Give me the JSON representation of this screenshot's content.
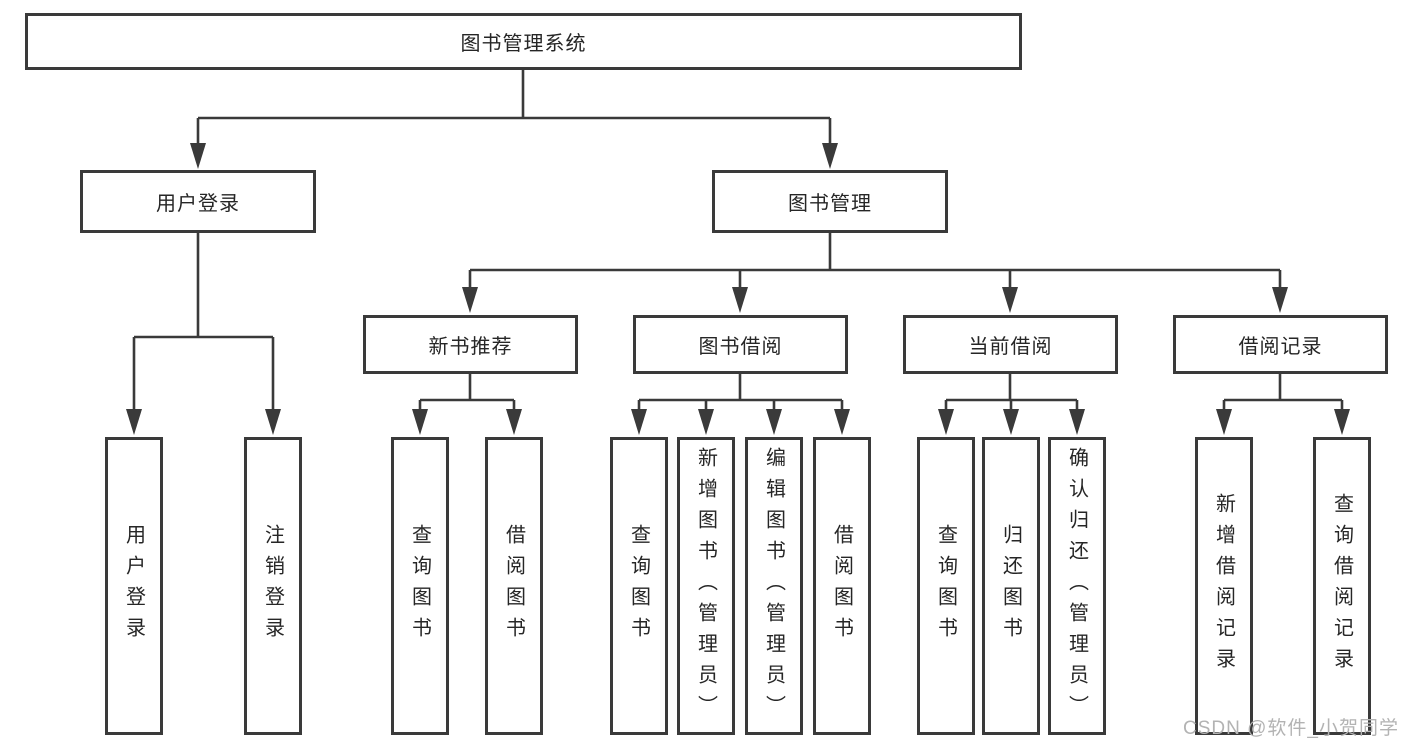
{
  "tree": {
    "label": "图书管理系统",
    "children": [
      {
        "label": "用户登录",
        "children": [
          {
            "label": "用户登录"
          },
          {
            "label": "注销登录"
          }
        ]
      },
      {
        "label": "图书管理",
        "children": [
          {
            "label": "新书推荐",
            "children": [
              {
                "label": "查询图书"
              },
              {
                "label": "借阅图书"
              }
            ]
          },
          {
            "label": "图书借阅",
            "children": [
              {
                "label": "查询图书"
              },
              {
                "label": "新增图书（管理员）"
              },
              {
                "label": "编辑图书（管理员）"
              },
              {
                "label": "借阅图书"
              }
            ]
          },
          {
            "label": "当前借阅",
            "children": [
              {
                "label": "查询图书"
              },
              {
                "label": "归还图书"
              },
              {
                "label": "确认归还（管理员）"
              }
            ]
          },
          {
            "label": "借阅记录",
            "children": [
              {
                "label": "新增借阅记录"
              },
              {
                "label": "查询借阅记录"
              }
            ]
          }
        ]
      }
    ]
  },
  "watermark": "CSDN @软件_小贺同学",
  "colors": {
    "line": "#3a3a3a",
    "box_border": "#3a3a3a",
    "box_fill": "#ffffff",
    "text": "#262626",
    "watermark": "#b3b3b3",
    "background": "#ffffff"
  }
}
